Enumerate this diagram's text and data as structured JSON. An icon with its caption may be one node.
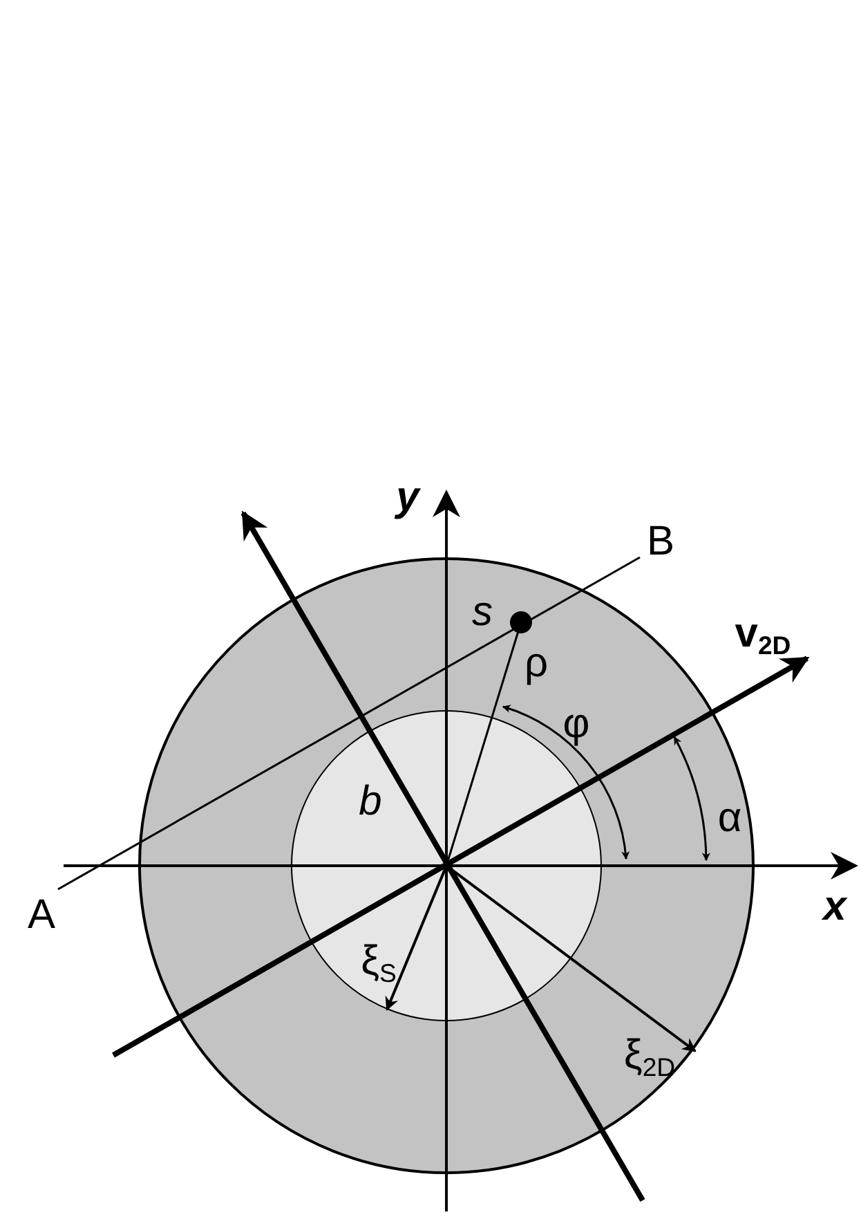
{
  "diagram": {
    "labels": [
      "y",
      "B",
      "s",
      "v$_{2D}$",
      "ρ",
      "φ",
      "b",
      "α",
      "A",
      "x",
      "ξ$_{S}$",
      "ξ$_{2D}$"
    ]
  }
}
